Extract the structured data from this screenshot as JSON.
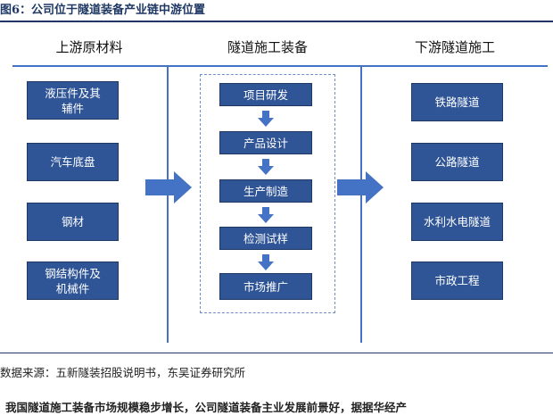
{
  "figure_title": "图6：公司位于隧道装备产业链中游位置",
  "columns": {
    "upstream": {
      "header": "上游原材料",
      "items": [
        "液压件及其辅件",
        "汽车底盘",
        "钢材",
        "钢结构件及机械件"
      ]
    },
    "midstream": {
      "header": "隧道施工装备",
      "items": [
        "项目研发",
        "产品设计",
        "生产制造",
        "检测试样",
        "市场推广"
      ]
    },
    "downstream": {
      "header": "下游隧道施工",
      "items": [
        "铁路隧道",
        "公路隧道",
        "水利水电隧道",
        "市政工程"
      ]
    }
  },
  "source_note": "数据来源：五新隧装招股说明书，东吴证券研究所",
  "body_text_fragment": "我国隧道施工装备市场规模稳步增长，公司隧道装备主业发展前景好，据据华经产",
  "colors": {
    "box_fill": "#2f5597",
    "line": "#4472c4",
    "title": "#1f3864"
  }
}
